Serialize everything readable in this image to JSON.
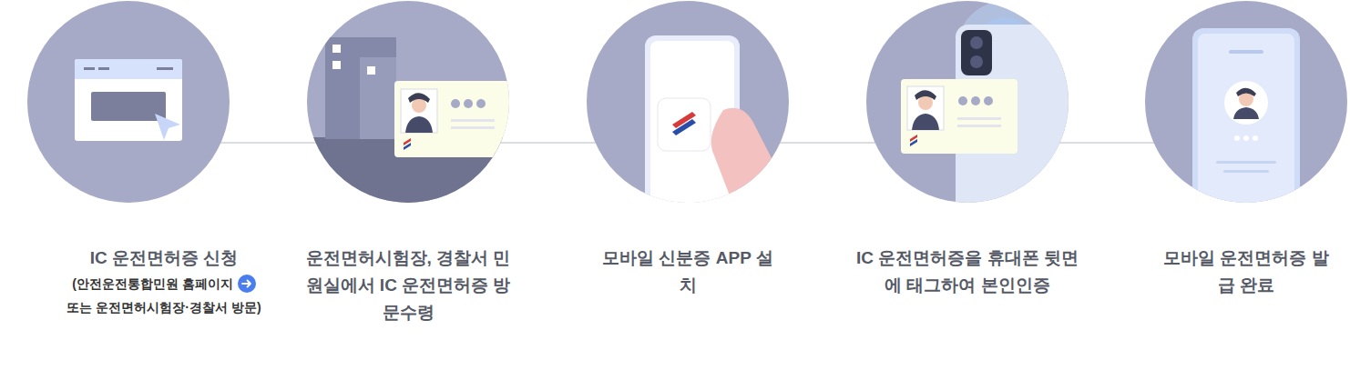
{
  "diagram": {
    "nodes": [
      {
        "text": [
          "IC 운전면허증 신청",
          "(안전운전통합민원 홈페이지",
          "또는 운전면허시험장·경찰서 방문)"
        ]
      },
      {
        "text": [
          "운전면허시험장, 경찰서 민원실에서 IC 운전면허증 방문수령"
        ]
      },
      {
        "text": [
          "모바일 신분증 APP 설치"
        ]
      },
      {
        "text": [
          "IC 운전면허증을 휴대폰 뒷면에 태그하여 본인인증"
        ]
      },
      {
        "text": [
          "모바일 운전면허증 발급 완료"
        ]
      }
    ],
    "edges": [
      {
        "from": 0,
        "to": 1,
        "arrow": "none"
      },
      {
        "from": 1,
        "to": 2,
        "arrow": "none"
      },
      {
        "from": 2,
        "to": 3,
        "arrow": "none"
      },
      {
        "from": 3,
        "to": 4,
        "arrow": "none"
      }
    ]
  }
}
